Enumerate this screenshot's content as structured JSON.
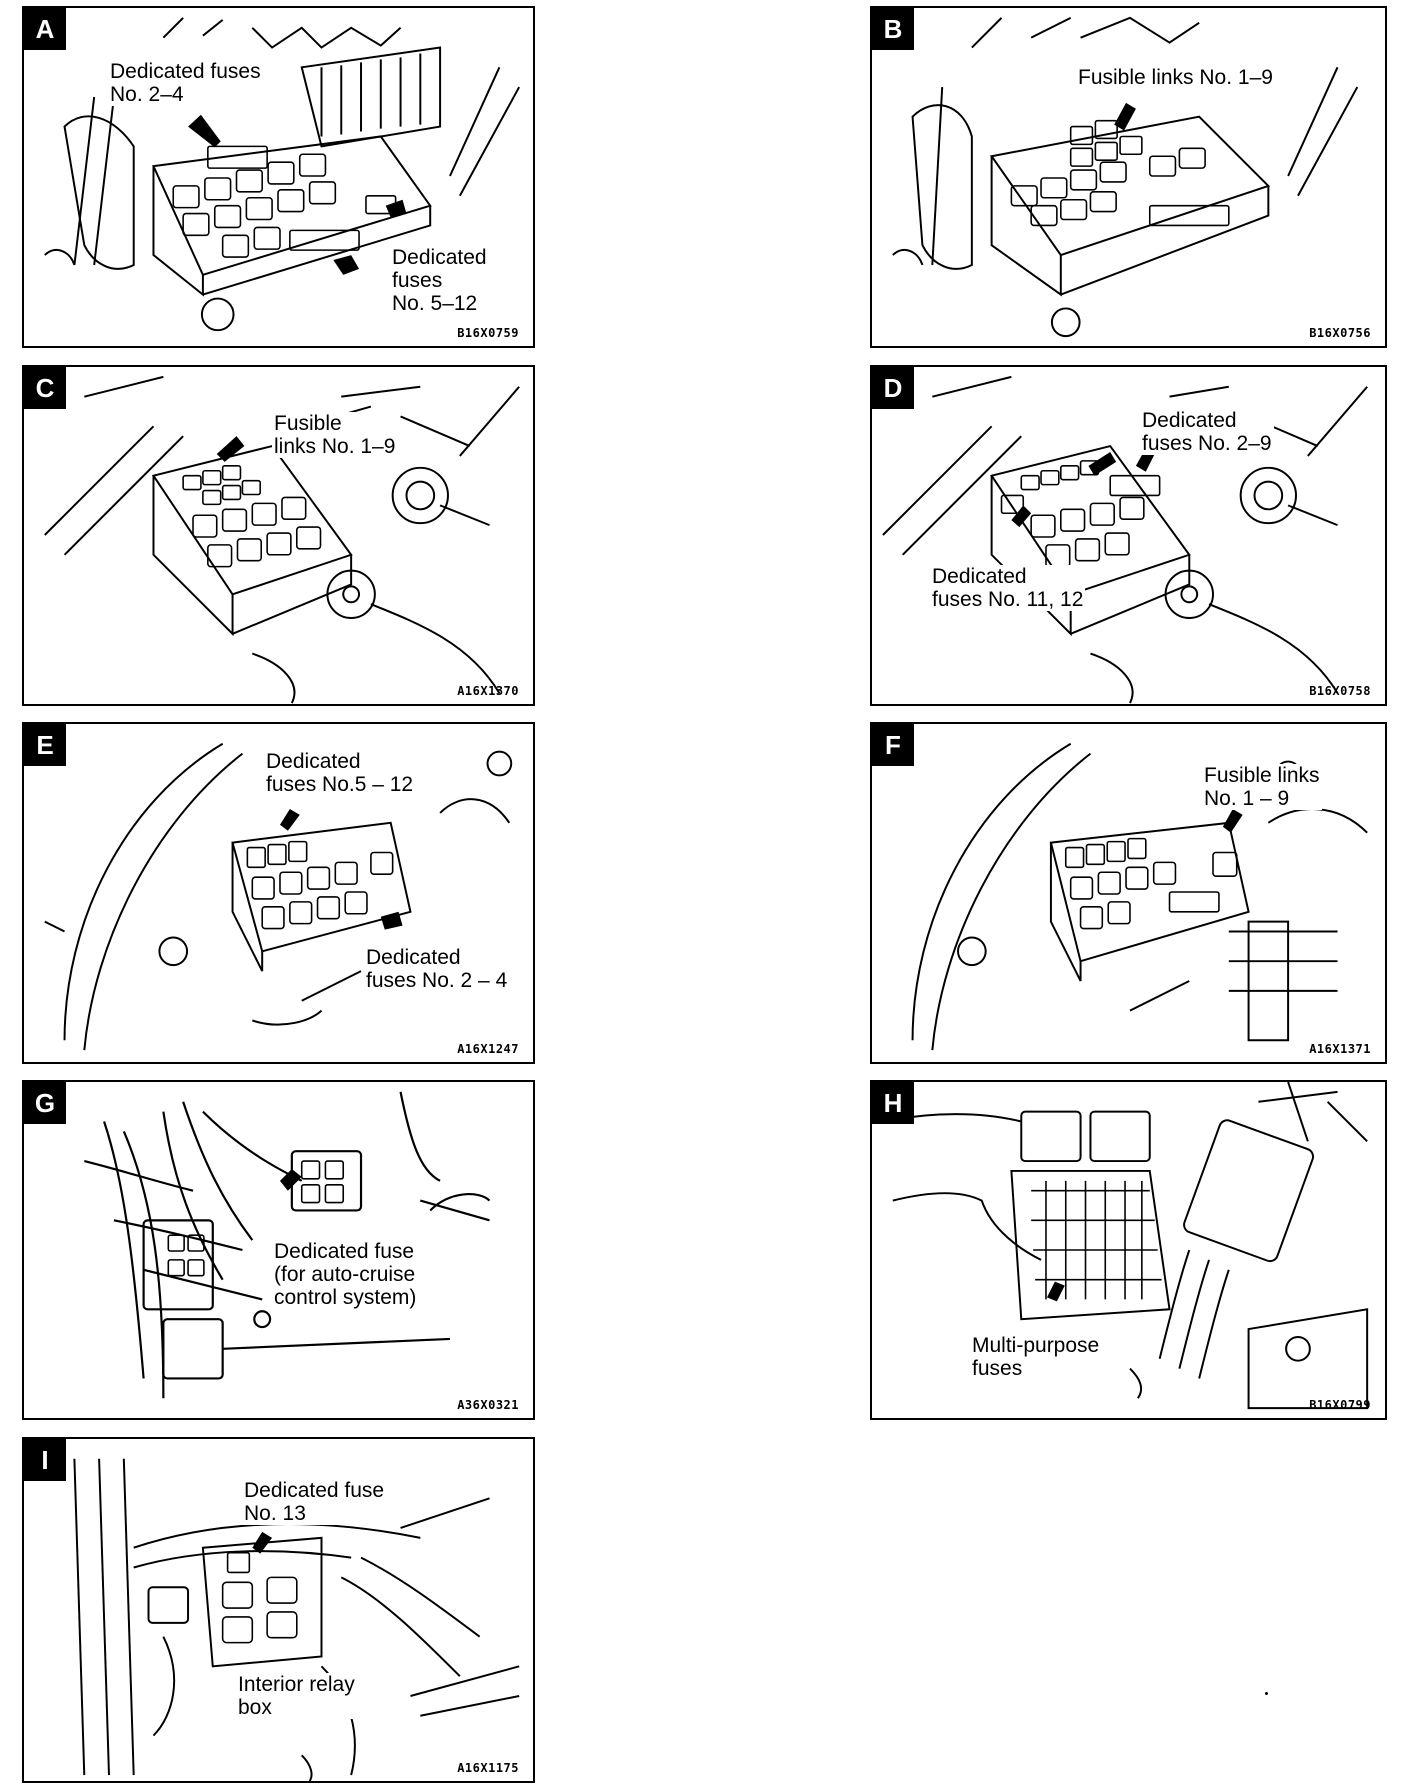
{
  "panels": {
    "A": {
      "letter": "A",
      "labels": [
        [
          "Dedicated  fuses",
          "No. 2–4"
        ],
        [
          "Dedicated",
          "fuses",
          "No. 5–12"
        ]
      ],
      "code": "B16X0759"
    },
    "B": {
      "letter": "B",
      "labels": [
        [
          "Fusible links No. 1–9"
        ]
      ],
      "code": "B16X0756"
    },
    "C": {
      "letter": "C",
      "labels": [
        [
          "Fusible",
          "links No. 1–9"
        ]
      ],
      "code": "A16X1370"
    },
    "D": {
      "letter": "D",
      "labels": [
        [
          "Dedicated",
          "fuses No. 2–9"
        ],
        [
          "Dedicated",
          "fuses No. 11, 12"
        ]
      ],
      "code": "B16X0758"
    },
    "E": {
      "letter": "E",
      "labels": [
        [
          "Dedicated",
          "fuses No.5 – 12"
        ],
        [
          "Dedicated",
          "fuses No. 2 – 4"
        ]
      ],
      "code": "A16X1247"
    },
    "F": {
      "letter": "F",
      "labels": [
        [
          "Fusible links",
          "No. 1 – 9"
        ]
      ],
      "code": "A16X1371"
    },
    "G": {
      "letter": "G",
      "labels": [
        [
          "Dedicated fuse",
          "(for  auto-cruise",
          "control system)"
        ]
      ],
      "code": "A36X0321"
    },
    "H": {
      "letter": "H",
      "labels": [
        [
          "Multi-purpose",
          "fuses"
        ]
      ],
      "code": "B16X0799"
    },
    "I": {
      "letter": "I",
      "labels": [
        [
          "Dedicated  fuse",
          "No. 13"
        ],
        [
          "Interior relay",
          "box"
        ]
      ],
      "code": "A16X1175"
    }
  }
}
